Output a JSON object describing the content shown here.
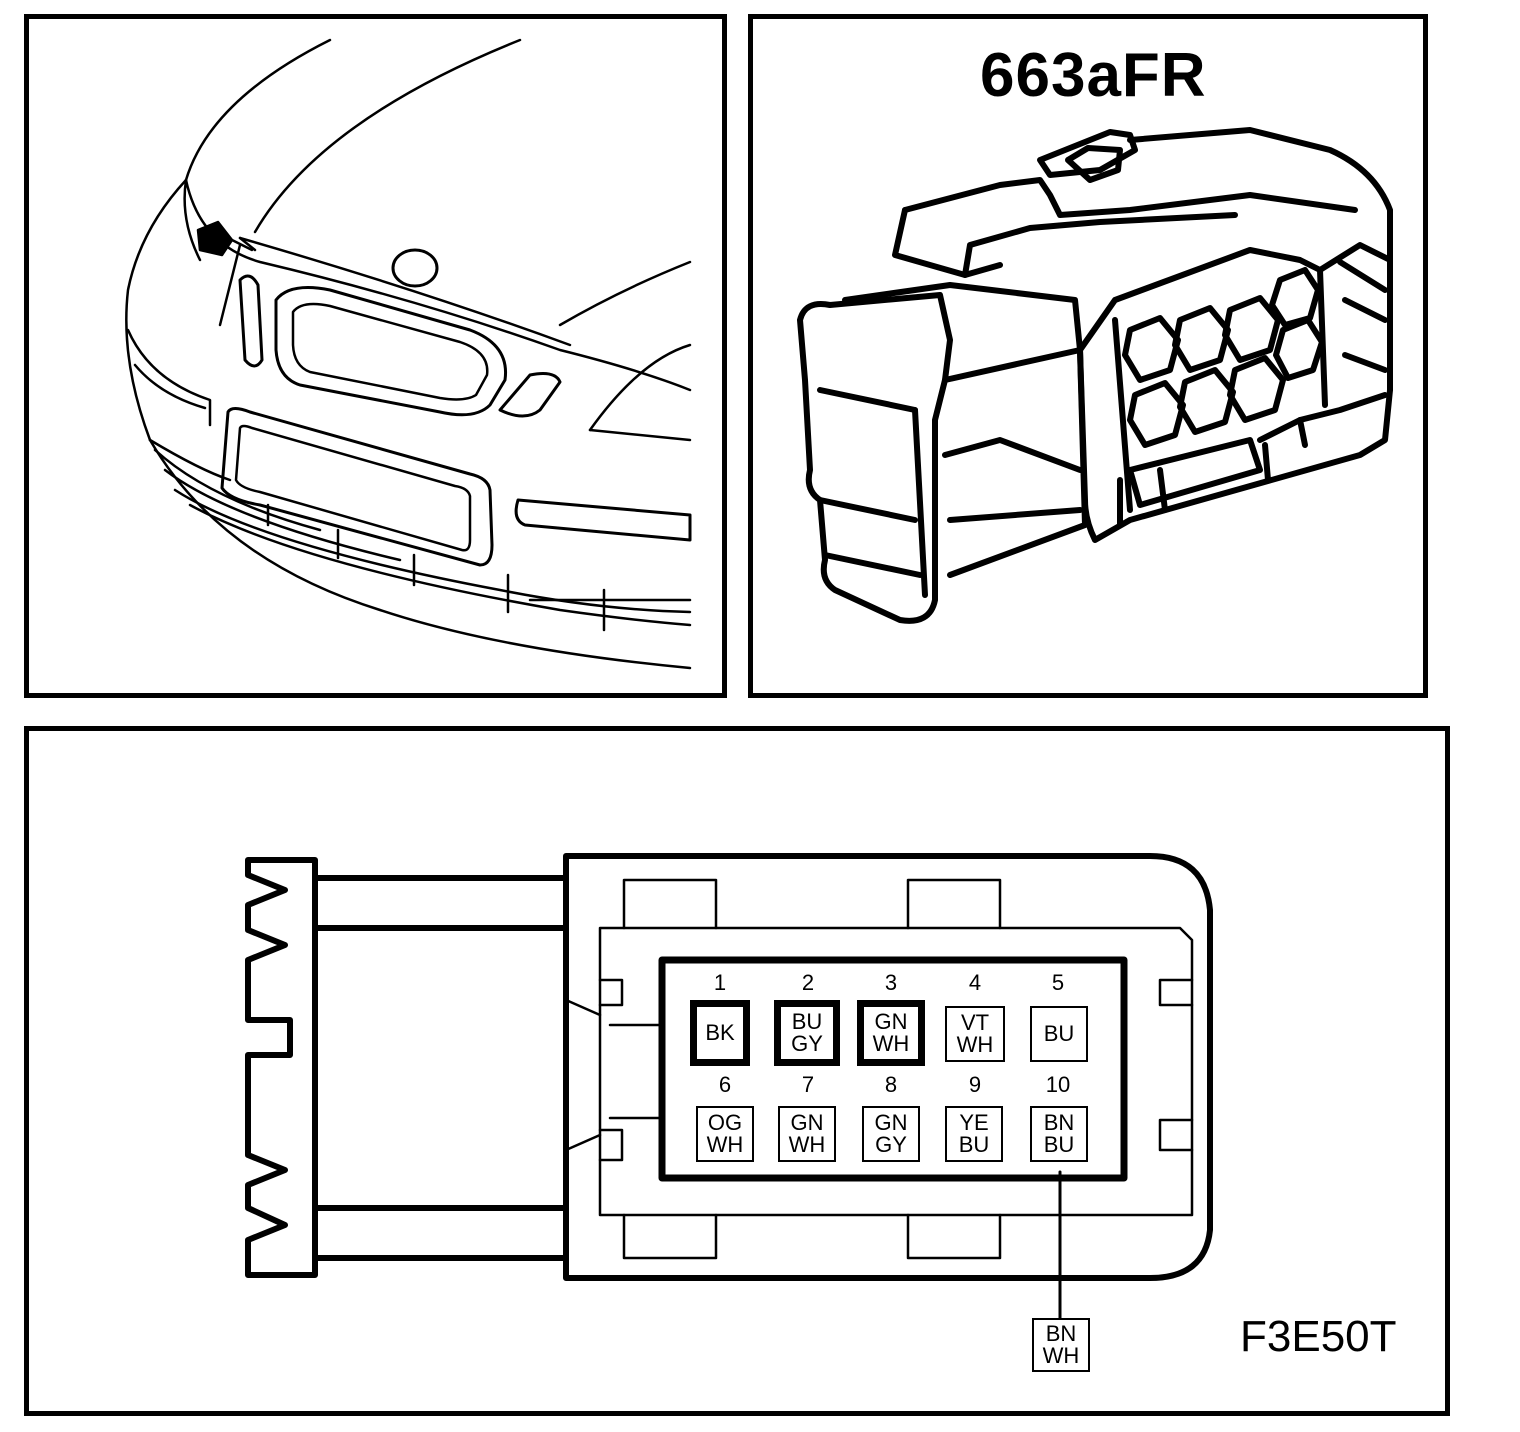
{
  "connector": {
    "code": "663aFR"
  },
  "figure": {
    "id": "F3E50T"
  },
  "pins": [
    {
      "num": "1",
      "color1": "BK",
      "color2": "",
      "heavy": true
    },
    {
      "num": "2",
      "color1": "BU",
      "color2": "GY",
      "heavy": true
    },
    {
      "num": "3",
      "color1": "GN",
      "color2": "WH",
      "heavy": true
    },
    {
      "num": "4",
      "color1": "VT",
      "color2": "WH",
      "heavy": false
    },
    {
      "num": "5",
      "color1": "BU",
      "color2": "",
      "heavy": false
    },
    {
      "num": "6",
      "color1": "OG",
      "color2": "WH",
      "heavy": false
    },
    {
      "num": "7",
      "color1": "GN",
      "color2": "WH",
      "heavy": false
    },
    {
      "num": "8",
      "color1": "GN",
      "color2": "GY",
      "heavy": false
    },
    {
      "num": "9",
      "color1": "YE",
      "color2": "BU",
      "heavy": false
    },
    {
      "num": "10",
      "color1": "BN",
      "color2": "BU",
      "heavy": false
    }
  ],
  "external_wire": {
    "color1": "BN",
    "color2": "WH"
  }
}
